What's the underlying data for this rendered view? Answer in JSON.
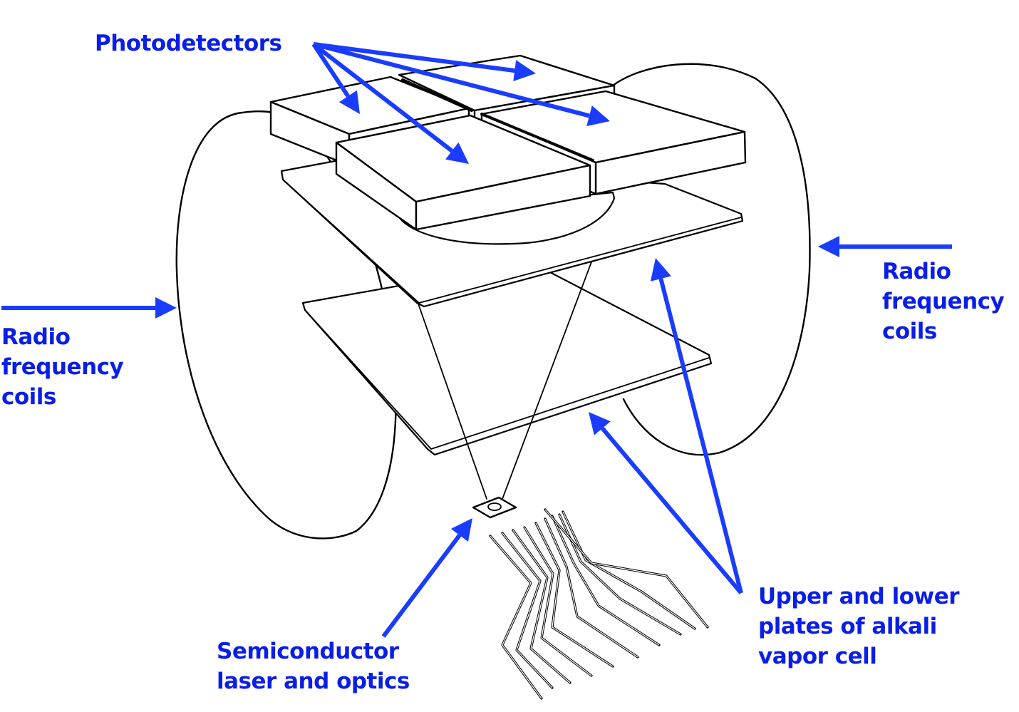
{
  "figure": {
    "title": "Chip-scale atomic magnetometer schematic",
    "accent_color": "#1a3cff",
    "text_color": "#0a1ee6",
    "ink_color": "#000000"
  },
  "labels": {
    "photodetectors": "Photodetectors",
    "rf_coils_left": {
      "line1": "Radio",
      "line2": "frequency",
      "line3": "coils"
    },
    "rf_coils_right": {
      "line1": "Radio",
      "line2": "frequency",
      "line3": "coils"
    },
    "vapor_cell": {
      "line1": "Upper and lower",
      "line2": "plates of alkali",
      "line3": "vapor cell"
    },
    "laser": {
      "line1": "Semiconductor",
      "line2": "laser and optics"
    }
  },
  "components": [
    {
      "name": "photodetector",
      "count": 4
    },
    {
      "name": "radio frequency coil",
      "count": 2
    },
    {
      "name": "vapor cell plate",
      "count": 2
    },
    {
      "name": "semiconductor laser",
      "count": 1
    },
    {
      "name": "lead frame pin",
      "count": 10
    }
  ]
}
